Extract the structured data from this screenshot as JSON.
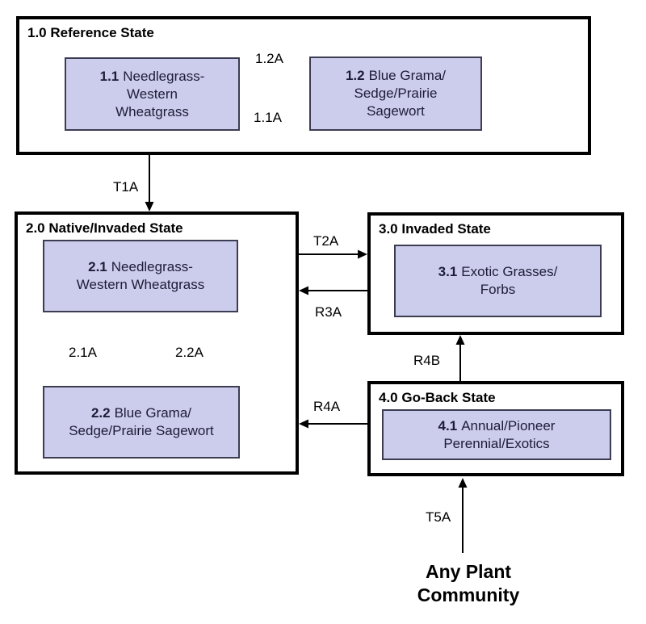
{
  "colors": {
    "state_border": "#000000",
    "community_fill": "#ccccec",
    "community_border": "#3d3d52",
    "community_text": "#1d1d38"
  },
  "states": {
    "reference": {
      "title": "1.0 Reference State",
      "communities": {
        "c11": {
          "id": "1.1",
          "lines": [
            "Needlegrass-",
            "Western",
            "Wheatgrass"
          ]
        },
        "c12": {
          "id": "1.2",
          "lines": [
            "Blue Grama/",
            "Sedge/Prairie",
            "Sagewort"
          ]
        }
      }
    },
    "native_invaded": {
      "title": "2.0 Native/Invaded State",
      "communities": {
        "c21": {
          "id": "2.1",
          "lines": [
            "Needlegrass-",
            "Western Wheatgrass"
          ]
        },
        "c22": {
          "id": "2.2",
          "lines": [
            "Blue Grama/",
            "Sedge/Prairie Sagewort"
          ]
        }
      }
    },
    "invaded": {
      "title": "3.0 Invaded State",
      "communities": {
        "c31": {
          "id": "3.1",
          "lines": [
            "Exotic Grasses/",
            "Forbs"
          ]
        }
      }
    },
    "go_back": {
      "title": "4.0 Go-Back State",
      "communities": {
        "c41": {
          "id": "4.1",
          "lines": [
            "Annual/Pioneer",
            "Perennial/Exotics"
          ]
        }
      }
    }
  },
  "transitions": {
    "a12": "1.2A",
    "a11": "1.1A",
    "t1a": "T1A",
    "t2a": "T2A",
    "r3a": "R3A",
    "a21": "2.1A",
    "a22": "2.2A",
    "r4b": "R4B",
    "r4a": "R4A",
    "t5a": "T5A"
  },
  "footer": {
    "line1": "Any Plant",
    "line2": "Community"
  }
}
